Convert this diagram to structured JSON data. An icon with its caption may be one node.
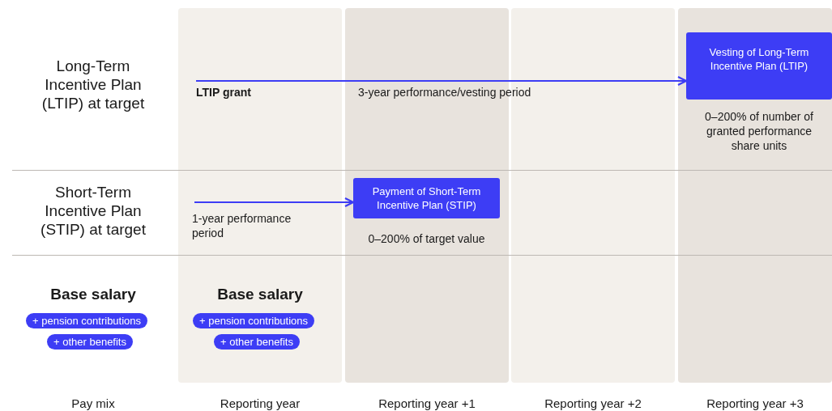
{
  "diagram": {
    "nodes": [
      {
        "text": [
          "LTIP grant"
        ]
      },
      {
        "text": [
          "Vesting of Long-Term Incentive Plan (LTIP)"
        ],
        "beside": [
          "0–200% of number of granted performance share units"
        ]
      },
      {
        "text": [
          "Payment of Short-Term Incentive Plan (STIP)"
        ],
        "beside": [
          "0–200% of target value"
        ]
      },
      {
        "text": [
          "+ pension contributions"
        ]
      },
      {
        "text": [
          "+ other benefits"
        ]
      },
      {
        "text": [
          "+ pension contributions"
        ]
      },
      {
        "text": [
          "+ other benefits"
        ]
      }
    ],
    "edges": [
      {
        "from": 0,
        "to": 1,
        "arrow": "to",
        "label": "3-year performance/vesting period"
      },
      {
        "from": null,
        "to": 2,
        "arrow": "to",
        "label": "1-year performance period"
      }
    ],
    "labels": [
      "Long-Term Incentive Plan (LTIP) at target",
      "Short-Term Incentive Plan (STIP) at target",
      "Base salary",
      "Base salary",
      "Pay mix",
      "Reporting year",
      "Reporting year +1",
      "Reporting year +2",
      "Reporting year +3"
    ]
  }
}
